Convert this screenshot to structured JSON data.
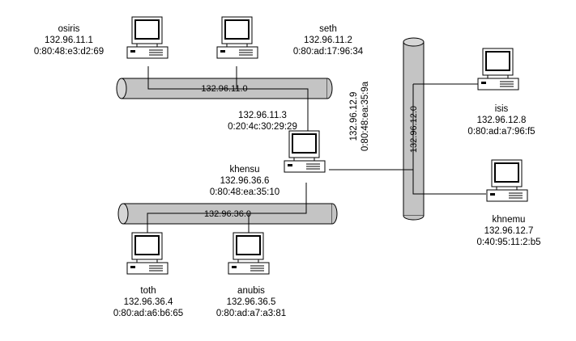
{
  "networks": [
    {
      "id": "net-11",
      "label": "132.96.11.0"
    },
    {
      "id": "net-36",
      "label": "132.96.36.0"
    },
    {
      "id": "net-12",
      "label": "132.96.12.0"
    }
  ],
  "hosts": [
    {
      "id": "osiris",
      "name": "osiris",
      "ip": "132.96.11.1",
      "mac": "0:80:48:e3:d2:69"
    },
    {
      "id": "seth",
      "name": "seth",
      "ip": "132.96.11.2",
      "mac": "0:80:ad:17:96:34"
    },
    {
      "id": "khensu",
      "name": "khensu",
      "ip": "132.96.36.6",
      "mac": "0:80:48:ea:35:10",
      "if11_ip": "132.96.11.3",
      "if11_mac": "0:20:4c:30:29:29",
      "if12_ip": "132.96.12.9",
      "if12_mac": "0:80:48:ea:35:9a"
    },
    {
      "id": "isis",
      "name": "isis",
      "ip": "132.96.12.8",
      "mac": "0:80:ad:a7:96:f5"
    },
    {
      "id": "khnemu",
      "name": "khnemu",
      "ip": "132.96.12.7",
      "mac": "0:40:95:11:2:b5"
    },
    {
      "id": "toth",
      "name": "toth",
      "ip": "132.96.36.4",
      "mac": "0:80:ad:a6:b6:65"
    },
    {
      "id": "anubis",
      "name": "anubis",
      "ip": "132.96.36.5",
      "mac": "0:80:ad:a7:a3:81"
    }
  ]
}
